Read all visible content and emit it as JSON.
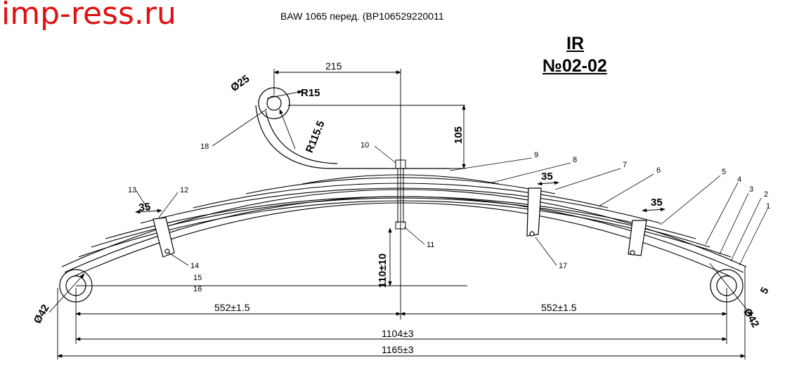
{
  "brand": "imp-ress.ru",
  "title": "BAW 1065  перед. (BP106529220011",
  "code_line1": "IR",
  "code_line2": "№02-02",
  "dims": {
    "eye_dia": "Ø25",
    "eye_r": "R15",
    "arc_r": "R115.5",
    "top_len": "215",
    "rise": "105",
    "camber": "110±10",
    "clip_w_left": "35",
    "clip_w_mid": "35",
    "clip_w_right": "35",
    "bush_left": "Ø42",
    "bush_right": "Ø42",
    "right_small": "5",
    "half_left": "552±1.5",
    "half_right": "552±1.5",
    "center_len": "1104±3",
    "total_len": "1165±3"
  },
  "callouts": {
    "c1": "1",
    "c2": "2",
    "c3": "3",
    "c4": "4",
    "c5": "5",
    "c6": "6",
    "c7": "7",
    "c8": "8",
    "c9": "9",
    "c10": "10",
    "c11": "11",
    "c12": "12",
    "c13": "13",
    "c14": "14",
    "c15": "15",
    "c16": "16",
    "c17": "17",
    "c18": "18"
  }
}
